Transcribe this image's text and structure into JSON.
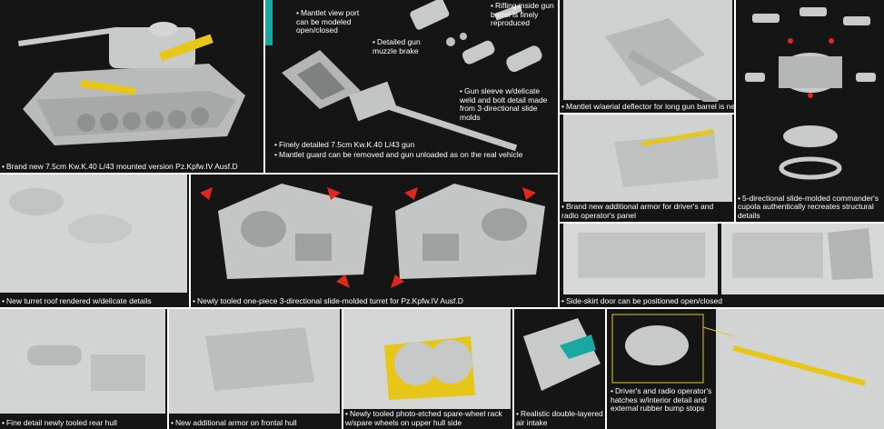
{
  "panels": {
    "hero": {
      "caption": "Brand new 7.5cm Kw.K.40 L/43 mounted version Pz.Kpfw.IV Ausf.D"
    },
    "gun_parts": {
      "notes": [
        "Mantlet view port can be modeled open/closed",
        "Detailed gun muzzle brake",
        "Rifling inside gun barrel is finely reproduced",
        "Gun sleeve w/delicate weld and bolt detail made from 3-directional slide molds",
        "Finely detailed 7.5cm Kw.K.40 L/43 gun",
        "Mantlet guard can be removed and gun unloaded as on the real vehicle"
      ]
    },
    "mantlet": {
      "caption": "Mantlet w/aerial deflector for long gun barrel is new"
    },
    "cupola": {
      "caption": "5-directional slide-molded commander's cupola authentically recreates structural details"
    },
    "driver_armor": {
      "caption": "Brand new additional armor for driver's and radio operator's panel"
    },
    "turret_roof": {
      "caption": "New turret roof rendered w/delicate details"
    },
    "turret": {
      "caption": "Newly tooled one-piece 3-directional slide-molded turret for Pz.Kpfw.IV Ausf.D"
    },
    "side_skirt": {
      "caption": "Side-skirt door can be positioned open/closed"
    },
    "rear_hull": {
      "caption": "Fine detail newly tooled rear hull"
    },
    "frontal_armor": {
      "caption": "New additional armor on frontal hull"
    },
    "spare_wheel": {
      "caption": "Newly tooled photo-etched spare-wheel rack w/spare wheels on upper hull side"
    },
    "air_intake": {
      "caption": "Realistic double-layered air intake"
    },
    "hatches": {
      "caption": "Driver's and radio operator's hatches w/interior detail and external rubber bump stops"
    }
  },
  "colors": {
    "dark_bg": "#151515",
    "highlight": "#e6c619",
    "arrow": "#e0281e",
    "model_grey": "#bfc1c1"
  }
}
